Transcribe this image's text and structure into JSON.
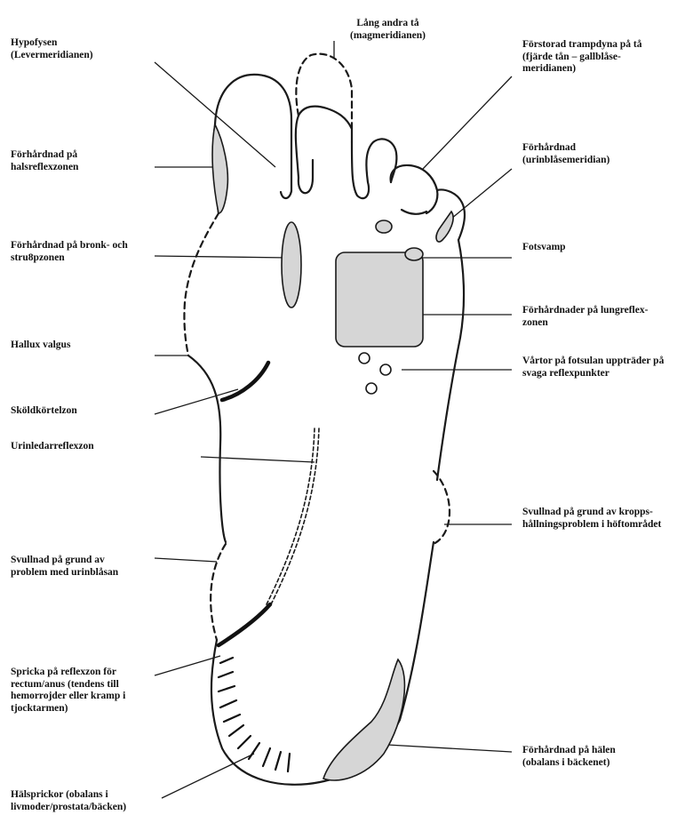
{
  "labels": {
    "hypofysen": [
      "Hypofysen",
      "(Levermeridianen)"
    ],
    "lang_andra_ta": [
      "Lång andra tå",
      "(magmeridianen)"
    ],
    "forstorad_trampdyna": [
      "Förstorad trampdyna på tå",
      "(fjärde tån – gallblåse-",
      "meridianen)"
    ],
    "forhardnad_hals": [
      "Förhårdnad på",
      "halsreflexzonen"
    ],
    "forhardnad_urinblase": [
      "Förhårdnad",
      "(urinblåsemeridian)"
    ],
    "forhardnad_bronk": [
      "Förhårdnad på bronk- och",
      "stru8pzonen"
    ],
    "fotsvamp": [
      "Fotsvamp"
    ],
    "forhardnader_lunga": [
      "Förhårdnader på lungreflex-",
      "zonen"
    ],
    "hallux_valgus": [
      "Hallux valgus"
    ],
    "vartor": [
      "Vårtor på fotsulan uppträder på",
      "svaga reflexpunkter"
    ],
    "skoldkortelzon": [
      "Sköldkörtelzon"
    ],
    "urinledarreflexzon": [
      "Urinledarreflexzon"
    ],
    "svullnad_hoft": [
      "Svullnad på grund av kropps-",
      "hållningsproblem i höftområdet"
    ],
    "svullnad_urinblasan": [
      "Svullnad på grund av",
      "problem med urinblåsan"
    ],
    "spricka_rectum": [
      "Spricka på reflexzon för",
      "rectum/anus (tendens till",
      "hemorrojder eller kramp i",
      "tjocktarmen)"
    ],
    "forhardnad_halen": [
      "Förhårdnad på hälen",
      "(obalans i bäckenet)"
    ],
    "halsprickor": [
      "Hälsprickor (obalans i",
      "livmoder/prostata/bäcken)"
    ]
  }
}
